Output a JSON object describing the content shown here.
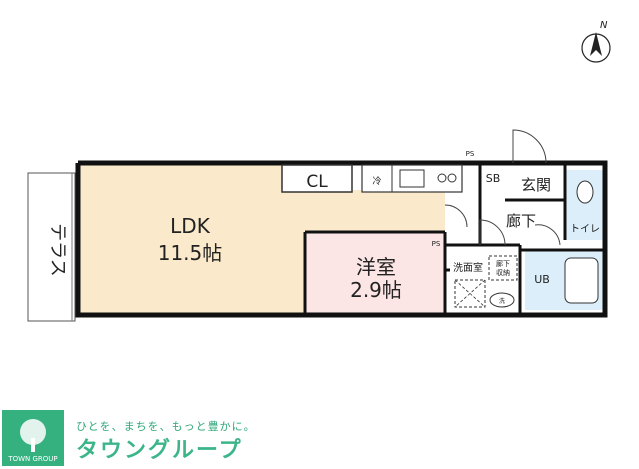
{
  "compass": {
    "north_label": "N"
  },
  "rooms": {
    "terrace": "テラス",
    "ldk_name": "LDK",
    "ldk_size": "11.5帖",
    "closet": "CL",
    "fridge": "冷",
    "western_name": "洋室",
    "western_size": "2.9帖",
    "shoe_box": "SB",
    "entrance": "玄関",
    "corridor": "廊下",
    "toilet": "トイレ",
    "washroom": "洗面室",
    "storage_line1": "廊下",
    "storage_line2": "収納",
    "washer": "洗",
    "bath": "UB",
    "ps_top": "PS",
    "ps_mid": "PS"
  },
  "brand": {
    "logo_text": "TOWN GROUP",
    "tagline": "ひとを、まちを、もっと豊かに。",
    "name": "タウングループ"
  },
  "colors": {
    "ldk_fill": "#faeacb",
    "western_fill": "#fbe5e5",
    "wet_fill": "#dbeefa",
    "wall": "#111111",
    "brand_green": "#35b17f"
  }
}
